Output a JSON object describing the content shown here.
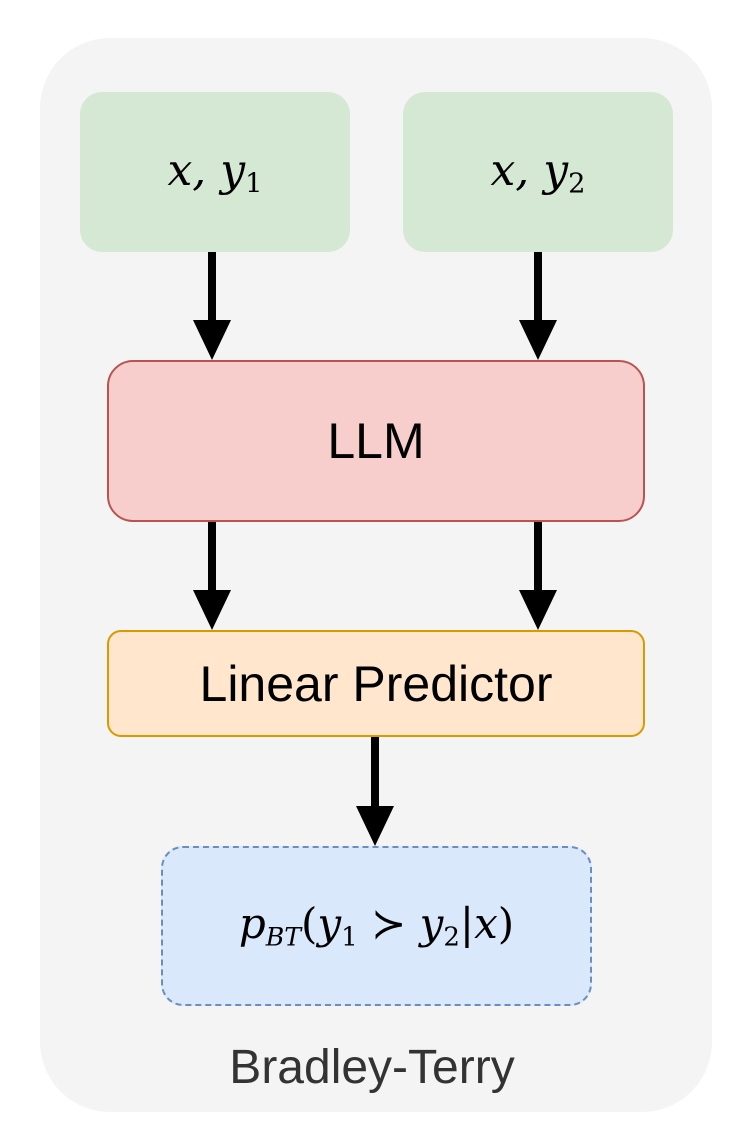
{
  "diagram": {
    "container_label": "Bradley-Terry",
    "inputs": [
      {
        "var": "x, y",
        "sub": "1"
      },
      {
        "var": "x, y",
        "sub": "2"
      }
    ],
    "llm_label": "LLM",
    "linear_label": "Linear Predictor",
    "output": {
      "p": "p",
      "p_sub": "BT",
      "open": "(",
      "y1": "y",
      "y1_sub": "1",
      "succ": " ≻ ",
      "y2": "y",
      "y2_sub": "2",
      "cond": "|",
      "x": "x",
      "close": ")"
    }
  },
  "colors": {
    "container_bg": "#f4f4f4",
    "input_fill": "#d5e8d4",
    "llm_fill": "#f8cecc",
    "llm_stroke": "#b85450",
    "linear_fill": "#ffe6cc",
    "linear_stroke": "#d79b00",
    "output_fill": "#dae8fc",
    "output_stroke": "#6c8ebf",
    "arrow": "#000000"
  }
}
